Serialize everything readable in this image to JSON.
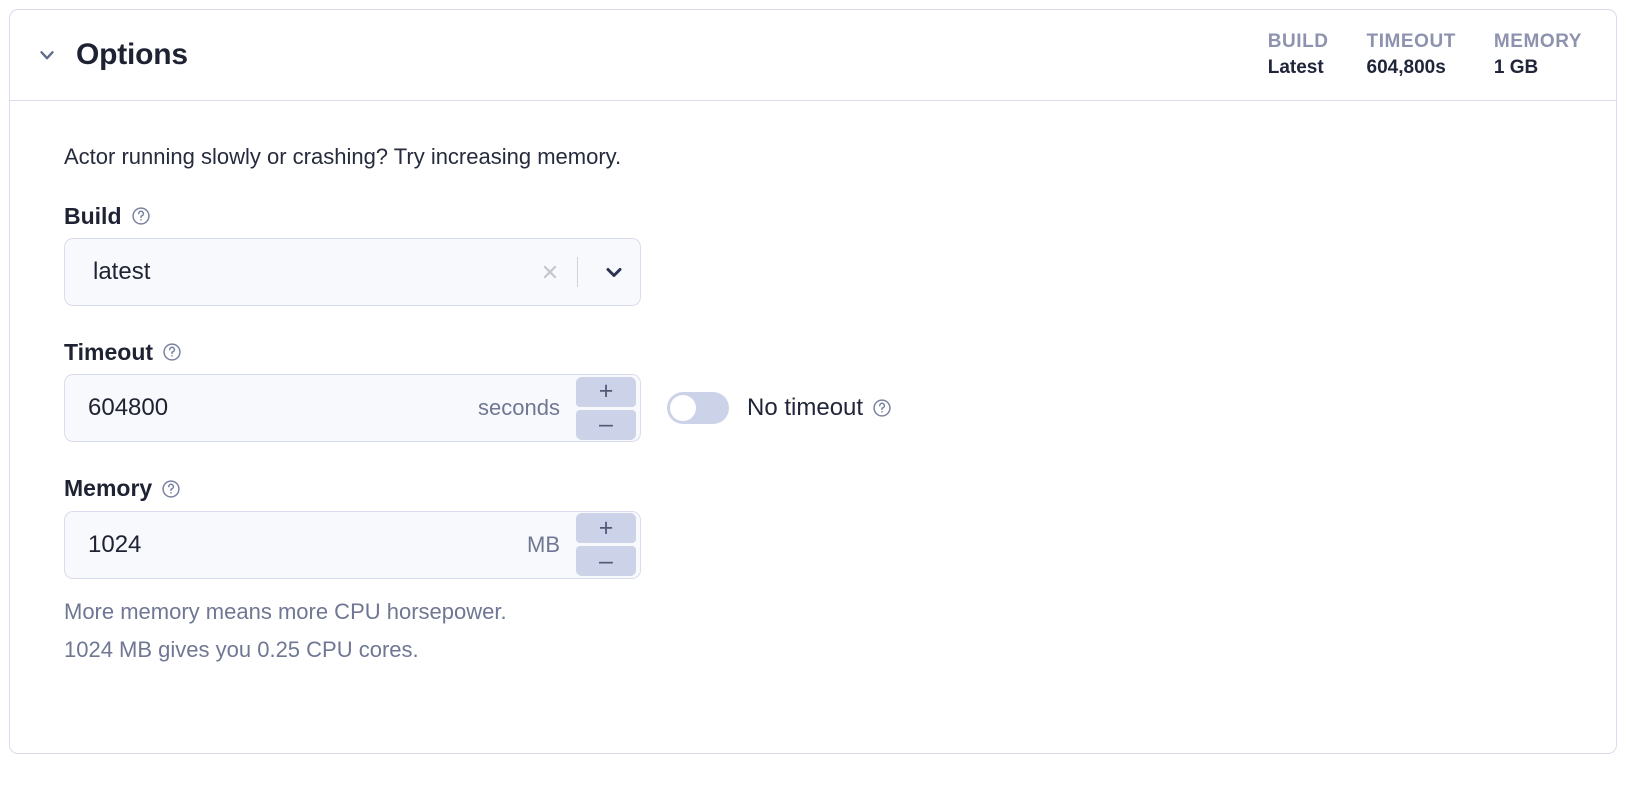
{
  "card": {
    "title": "Options",
    "collapse_icon": "chevron-down-icon",
    "stats": [
      {
        "label": "BUILD",
        "value": "Latest"
      },
      {
        "label": "TIMEOUT",
        "value": "604,800s"
      },
      {
        "label": "MEMORY",
        "value": "1 GB"
      }
    ]
  },
  "body": {
    "intro": "Actor running slowly or crashing? Try increasing memory.",
    "build": {
      "label": "Build",
      "help_icon": "help-circle-icon",
      "value": "latest",
      "clear_icon": "close-icon",
      "dropdown_icon": "chevron-down-icon"
    },
    "timeout": {
      "label": "Timeout",
      "help_icon": "help-circle-icon",
      "value": "604800",
      "unit": "seconds",
      "increment_label": "+",
      "decrement_label": "–",
      "no_timeout": {
        "label": "No timeout",
        "help_icon": "help-circle-icon",
        "enabled": false
      }
    },
    "memory": {
      "label": "Memory",
      "help_icon": "help-circle-icon",
      "value": "1024",
      "unit": "MB",
      "increment_label": "+",
      "decrement_label": "–",
      "hint_line_1": "More memory means more CPU horsepower.",
      "hint_line_2": "1024 MB gives you 0.25 CPU cores."
    }
  },
  "colors": {
    "card_border": "#d9dcee",
    "field_bg": "#f8f9fc",
    "stepper_bg": "#ccd2e8",
    "muted_text": "#6f7793",
    "stat_label": "#8d93ae",
    "primary_text": "#1e2232"
  }
}
